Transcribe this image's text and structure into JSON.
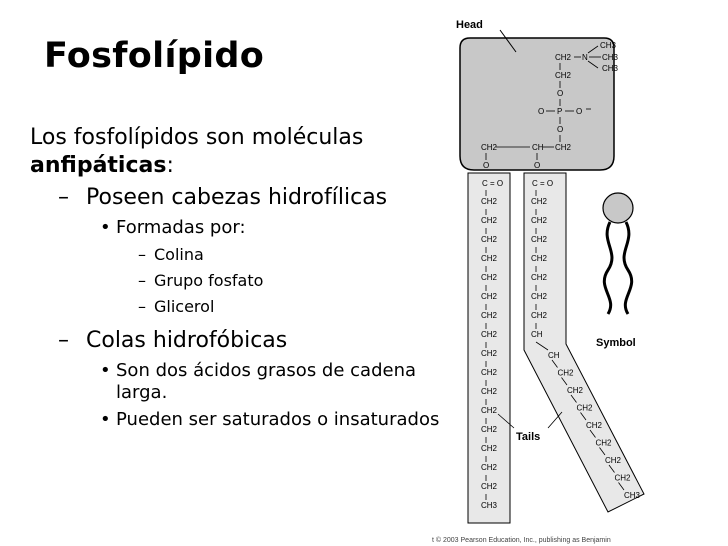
{
  "slide": {
    "title": "Fosfolípido",
    "intro_part1": "Los fosfolípidos son moléculas ",
    "intro_bold": "anfipáticas",
    "intro_part2": ":",
    "point1": "Poseen cabezas hidrofílicas",
    "point1_sub": "Formadas por:",
    "point1_items": [
      "Colina",
      "Grupo fosfato",
      "Glicerol"
    ],
    "point2": "Colas hidrofóbicas",
    "point2_sub1": "Son dos ácidos grasos de cadena larga.",
    "point2_sub2": "Pueden ser saturados o insaturados",
    "dash_marker": "–",
    "bullet_marker": "•"
  },
  "figure": {
    "head_label": "Head",
    "tails_label": "Tails",
    "symbol_label": "Symbol",
    "credit": "t © 2003 Pearson Education, Inc., publishing as Benjamin",
    "choline": {
      "methyl": "CH3",
      "nitrogen": "N",
      "ch2": "CH2"
    },
    "phosphate": {
      "p": "P",
      "o": "O"
    },
    "glycerol": {
      "ch2": "CH2",
      "ch": "CH"
    },
    "ester": "C = O",
    "chain_unit": "CH2",
    "chain_end": "CH3",
    "double_bond": "CH"
  }
}
